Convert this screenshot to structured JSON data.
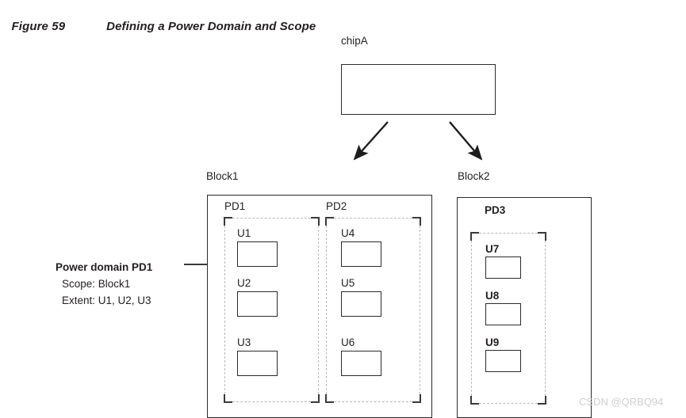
{
  "figure": {
    "number": "Figure 59",
    "title": "Defining a Power Domain and Scope"
  },
  "chip": {
    "label": "chipA"
  },
  "blocks": [
    {
      "name": "Block1",
      "bold_labels": false,
      "domains": [
        {
          "name": "PD1",
          "units": [
            "U1",
            "U2",
            "U3"
          ]
        },
        {
          "name": "PD2",
          "units": [
            "U4",
            "U5",
            "U6"
          ]
        }
      ]
    },
    {
      "name": "Block2",
      "bold_labels": true,
      "domains": [
        {
          "name": "PD3",
          "units": [
            "U7",
            "U8",
            "U9"
          ]
        }
      ]
    }
  ],
  "annotation": {
    "title": "Power domain PD1",
    "scope": "Scope: Block1",
    "extent": "Extent: U1, U2, U3"
  },
  "watermark": "CSDN @QRBQ94",
  "colors": {
    "ink": "#231f20",
    "stroke": "#2b2b2b",
    "dash": "#b9b9b9",
    "corner": "#3a3a3a",
    "watermark": "#cfcfcf",
    "background": "#ffffff"
  }
}
